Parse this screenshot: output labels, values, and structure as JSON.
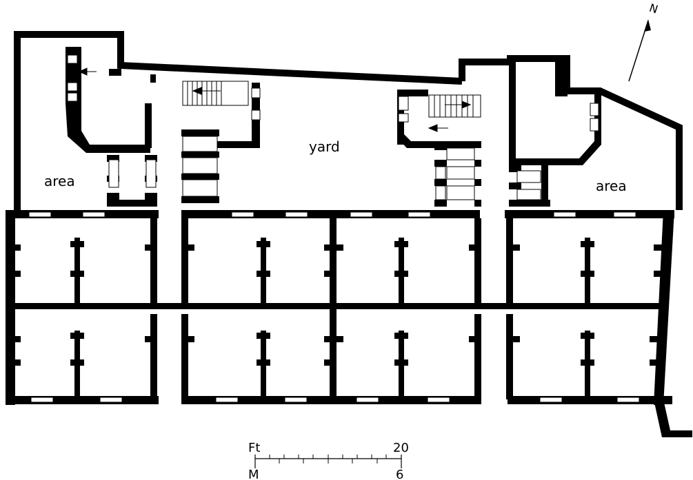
{
  "labels": {
    "yard": "yard",
    "area_left": "area",
    "area_right": "area"
  },
  "north_arrow": {
    "label": "N"
  },
  "scale_bar": {
    "unit_top": "Ft",
    "value_top": "20",
    "unit_bottom": "M",
    "value_bottom": "6"
  },
  "colors": {
    "wall": "#000000",
    "background": "#ffffff"
  }
}
